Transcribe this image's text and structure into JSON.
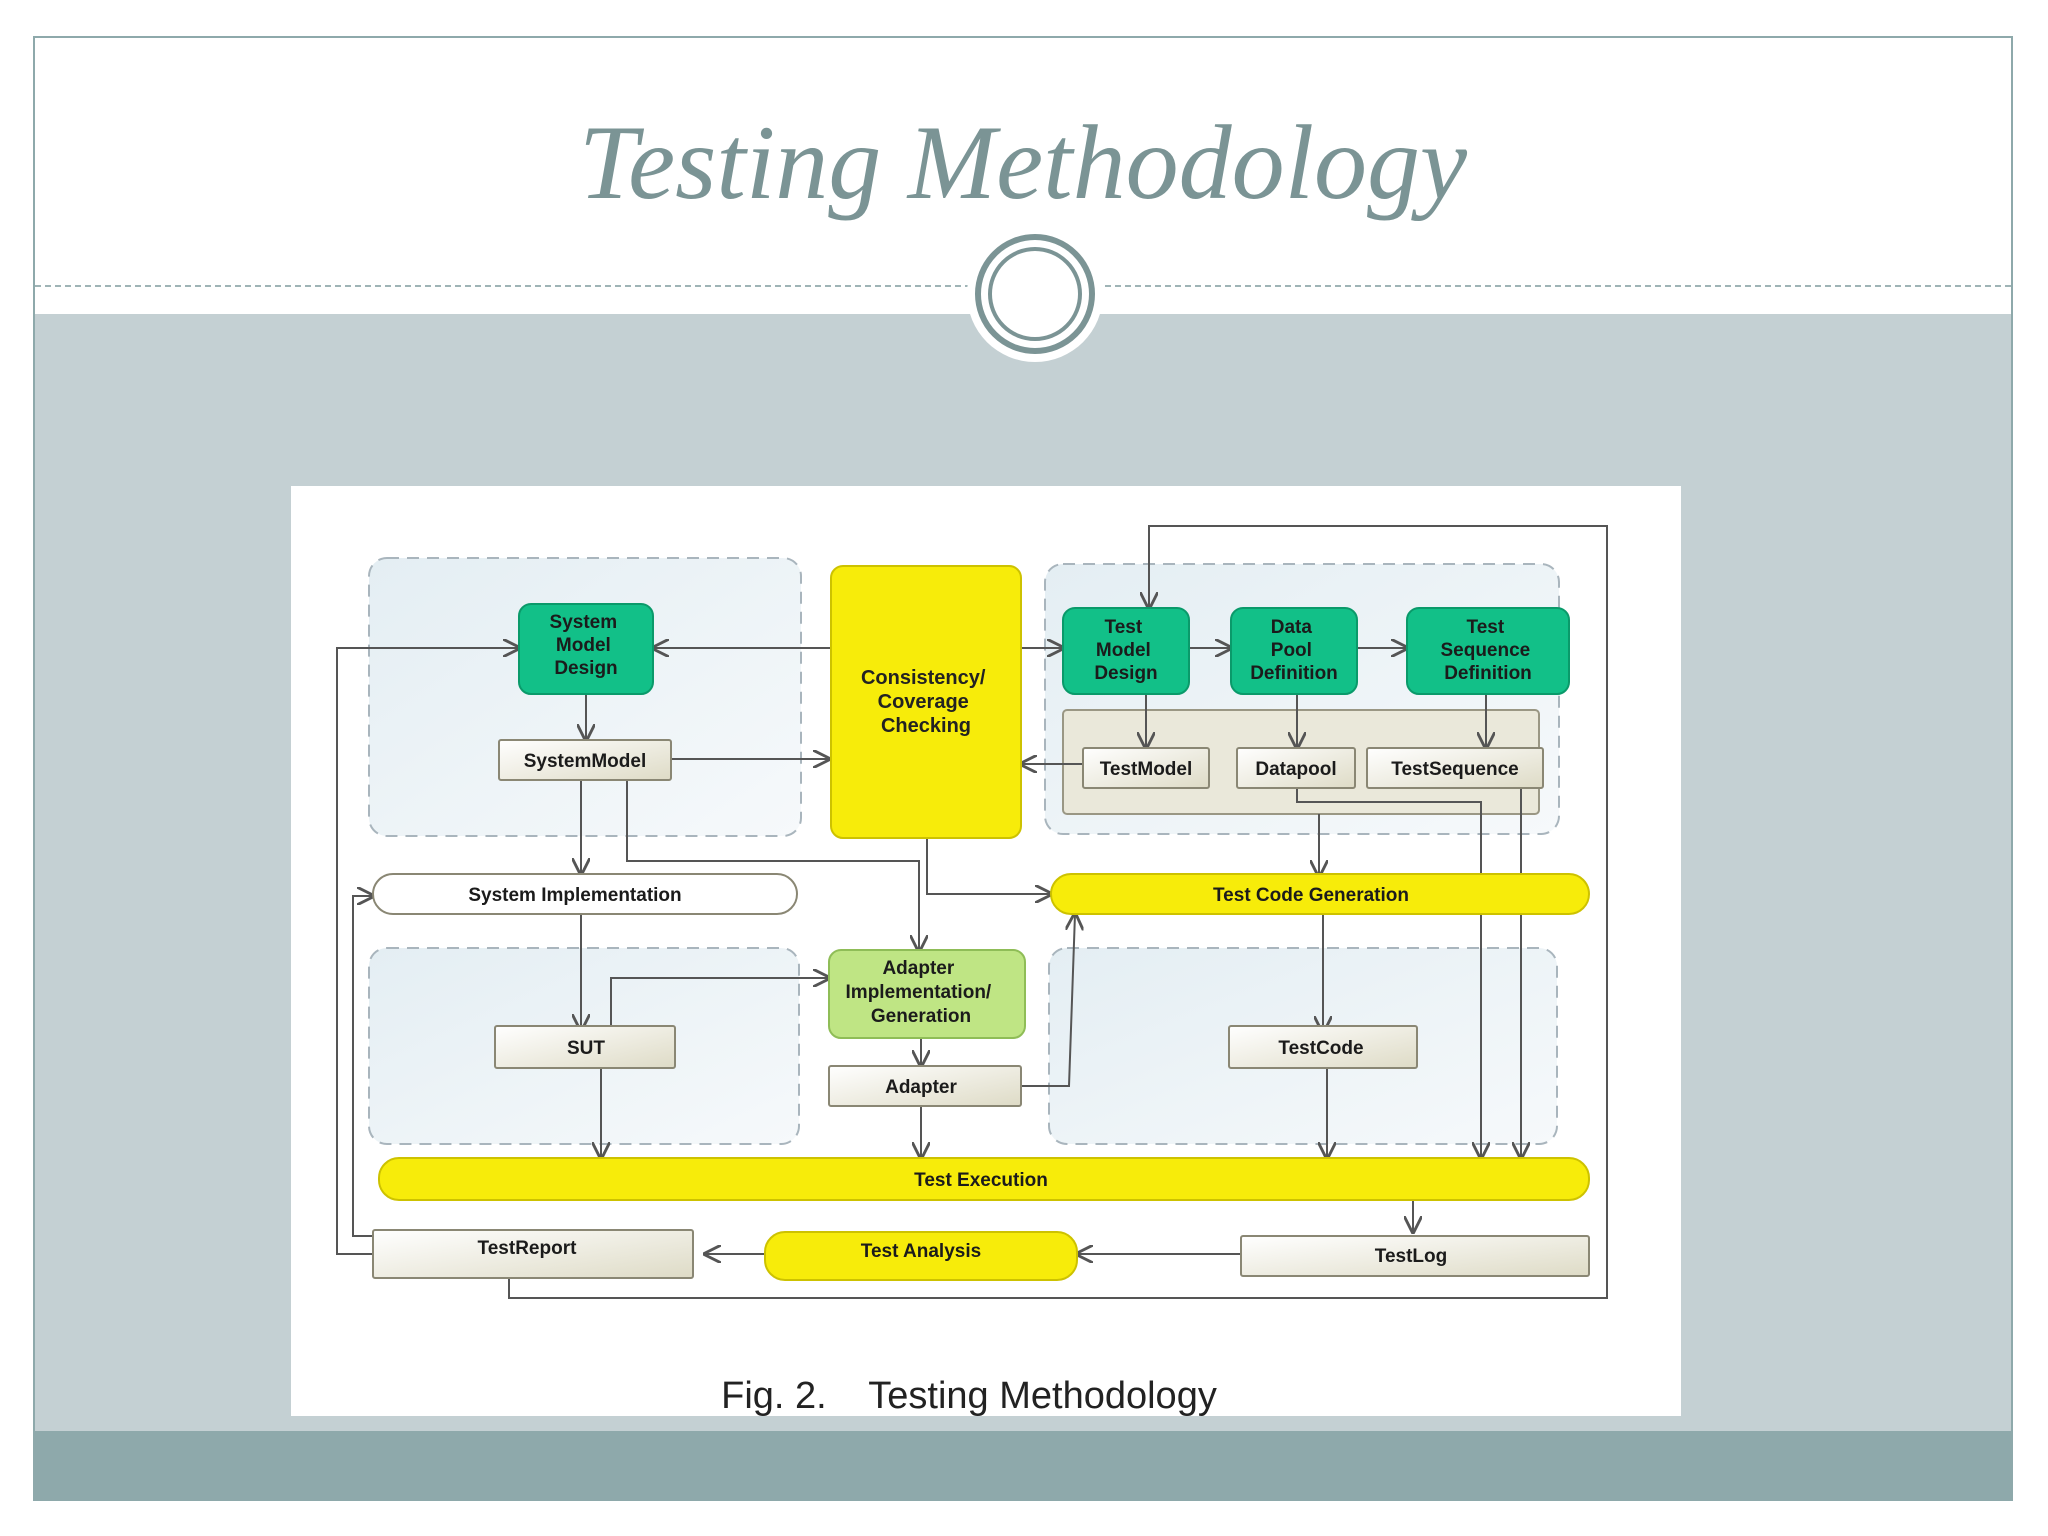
{
  "slide": {
    "title": "Testing Methodology"
  },
  "figure": {
    "caption": "Fig. 2.    Testing Methodology",
    "nodes": {
      "system_model_design": [
        "System",
        "Model",
        "Design"
      ],
      "consistency_checking": [
        "Consistency/",
        "Coverage",
        "Checking"
      ],
      "test_model_design": [
        "Test",
        "Model",
        "Design"
      ],
      "data_pool_definition": [
        "Data",
        "Pool",
        "Definition"
      ],
      "test_sequence_definition": [
        "Test",
        "Sequence",
        "Definition"
      ],
      "system_model": "SystemModel",
      "test_model": "TestModel",
      "datapool": "Datapool",
      "test_sequence": "TestSequence",
      "system_implementation": "System Implementation",
      "test_code_generation": "Test Code Generation",
      "adapter_implementation": [
        "Adapter",
        "Implementation/",
        "Generation"
      ],
      "sut": "SUT",
      "adapter": "Adapter",
      "test_code": "TestCode",
      "test_execution": "Test Execution",
      "test_report": "TestReport",
      "test_analysis": "Test Analysis",
      "test_log": "TestLog"
    },
    "colors": {
      "process_green": "#12c088",
      "adapter_green": "#bfe584",
      "activity_yellow": "#f7ec0a",
      "artifact_beige": "#ecebdc",
      "region_blue": "#e8f0f4"
    }
  }
}
